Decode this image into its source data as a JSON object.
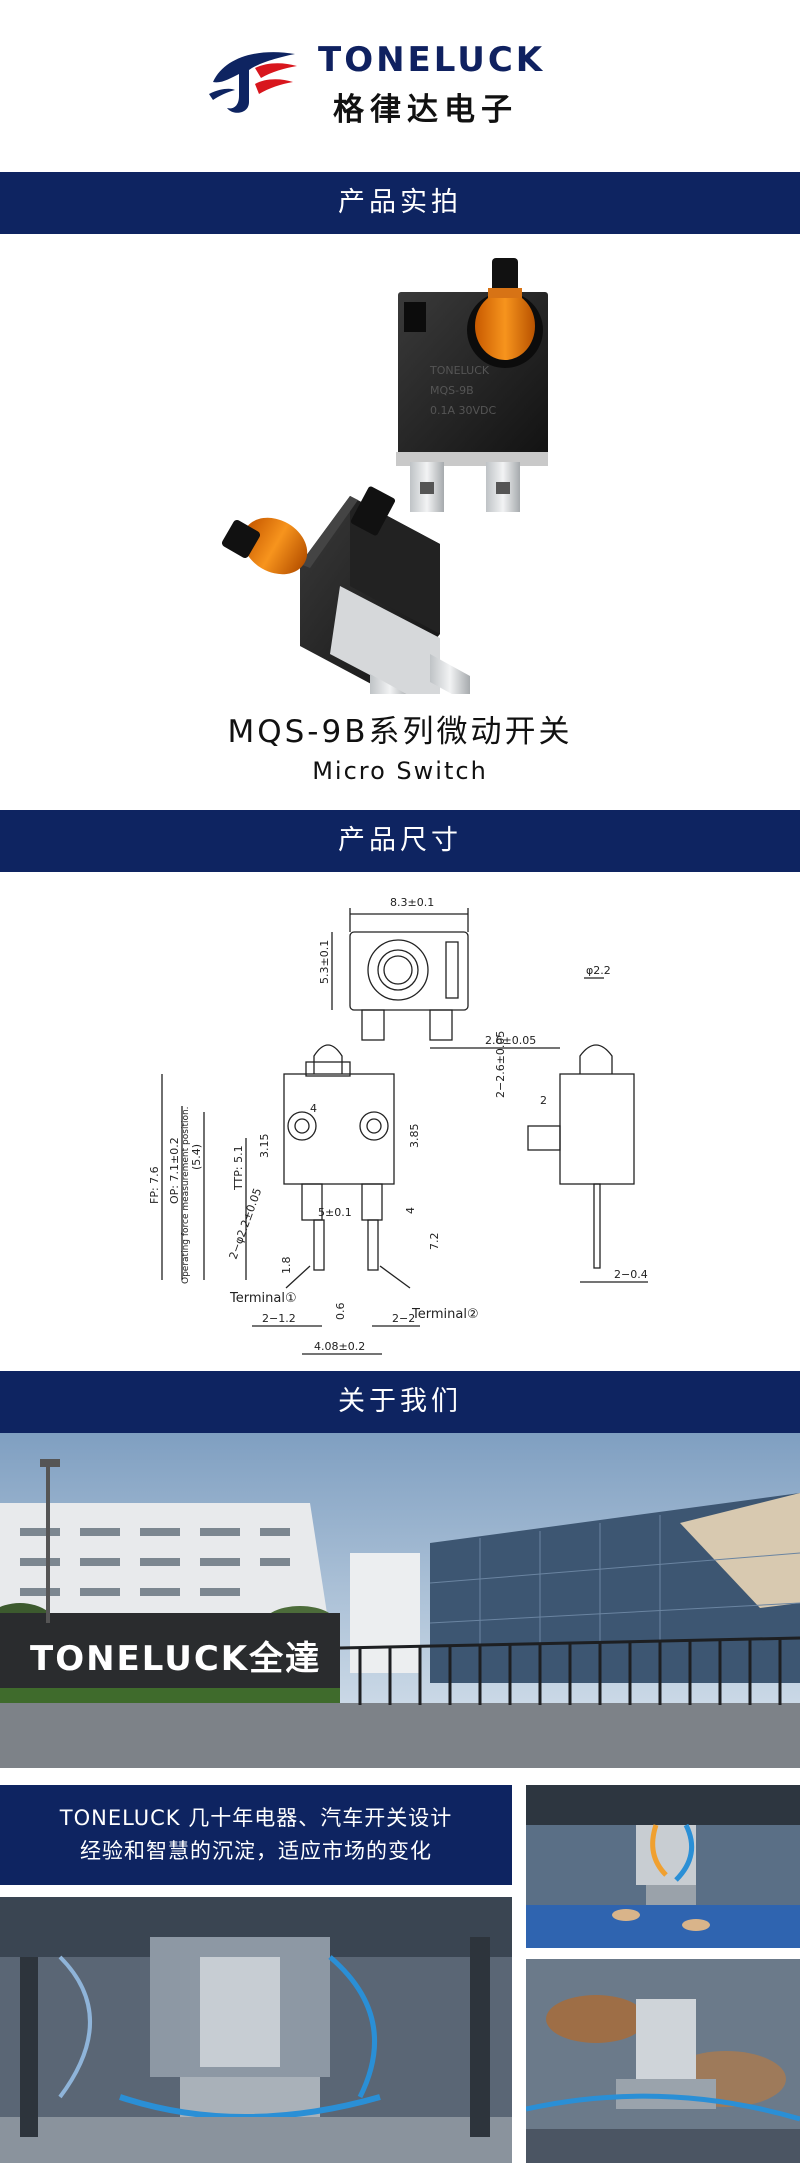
{
  "brand": {
    "name_en": "TONELUCK",
    "name_cn": "格律达电子",
    "colors": {
      "navy": "#0e2461",
      "red": "#d8161d"
    }
  },
  "sections": {
    "photo_title": "产品实拍",
    "dimension_title": "产品尺寸",
    "about_title": "关于我们"
  },
  "product": {
    "title": "MQS-9B系列微动开关",
    "subtitle": "Micro Switch"
  },
  "drawing": {
    "top_width": "8.3±0.1",
    "top_height": "5.3±0.1",
    "pin_offset": "2.6±0.05",
    "fp": "FP: 7.6",
    "op": "OP: 7.1±0.2",
    "paren": "(5.4)",
    "ttp": "TTP: 5.1",
    "d315": "3.15",
    "d4a": "4",
    "d385": "3.85",
    "hole_spacing": "5±0.1",
    "holes": "2−φ2.2±0.05",
    "d4b": "4",
    "d72": "7.2",
    "d18": "1.8",
    "d06": "0.6",
    "d12": "2−1.2",
    "d22": "2−2",
    "width_bottom": "4.08±0.2",
    "terminal1": "Terminal①",
    "terminal2": "Terminal②",
    "side_dia": "φ2.2",
    "side_slot": "2−2.6±0.05",
    "side_2": "2",
    "side_04": "2−0.4",
    "note": "Operating force measurement position."
  },
  "about": {
    "sign_text": "TONELUCK全達",
    "slogan_line1": "TONELUCK 几十年电器、汽车开关设计",
    "slogan_line2": "经验和智慧的沉淀，适应市场的变化"
  }
}
